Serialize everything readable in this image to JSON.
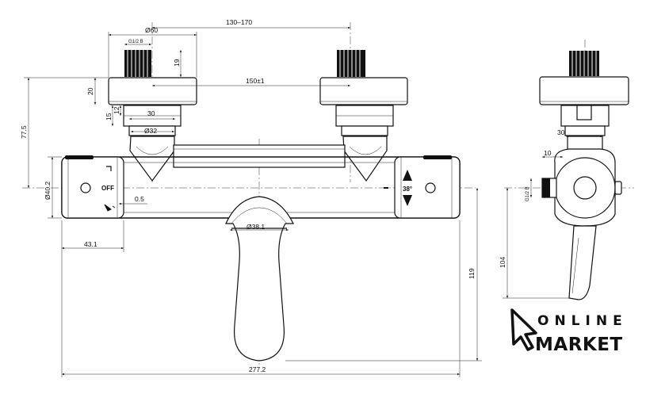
{
  "drawing": {
    "front": {
      "dim_width_top": "130–170",
      "dim_inlet_flange": "Ø60",
      "dim_thread_top": "G1/2 B",
      "dim_thread_len": "19",
      "dim_flange_h": "20",
      "dim_centers": "150±1",
      "dim_15": "15",
      "dim_12": "12",
      "dim_30": "30",
      "dim_eccentric": "Ø32",
      "dim_height_axis": "77.5",
      "dim_body_dia": "Ø40.2",
      "dim_gap": "0.5",
      "dim_spout_dia": "Ø38.1",
      "dim_side": "43.1",
      "dim_spout_h": "119",
      "dim_total": "277.2",
      "label_off": "OFF",
      "label_temp": "38°"
    },
    "side": {
      "dim_30": "30",
      "dim_10": "10",
      "dim_thread": "G1/2 B",
      "dim_104": "104"
    }
  },
  "logo": {
    "line1": "ONLINE",
    "line2": "MARKET"
  }
}
